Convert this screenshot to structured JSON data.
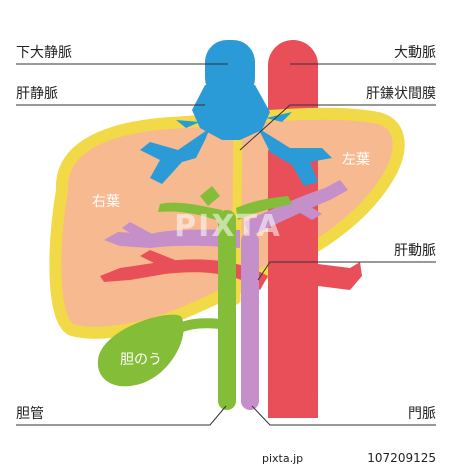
{
  "labels": {
    "inferior_vena_cava": "下大静脈",
    "aorta": "大動脈",
    "hepatic_vein": "肝静脈",
    "falciform_ligament": "肝鎌状間膜",
    "right_lobe": "右葉",
    "left_lobe": "左葉",
    "hepatic_artery": "肝動脈",
    "gallbladder": "胆のう",
    "bile_duct": "胆管",
    "portal_vein": "門脈"
  },
  "watermark": {
    "text": "PIXTA"
  },
  "footer": {
    "brand": "pixta.jp",
    "id": "107209125"
  },
  "colors": {
    "liver": "#f7b98f",
    "liver_outline": "#f2d948",
    "vein_blue": "#2a9bd6",
    "artery_red": "#e94f58",
    "portal_purple": "#c58fc9",
    "bile_green": "#84bd37",
    "lobe_label_orange": "#ef7b22"
  }
}
